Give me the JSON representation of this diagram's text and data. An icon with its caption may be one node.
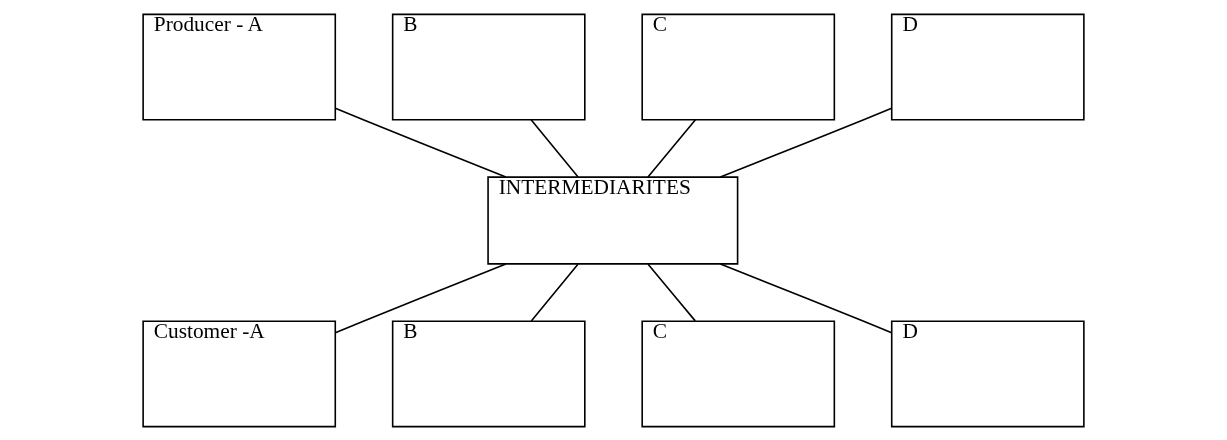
{
  "diagram": {
    "nodes": [
      {
        "text": [
          "Producer - A"
        ]
      },
      {
        "text": [
          "B"
        ]
      },
      {
        "text": [
          "C"
        ]
      },
      {
        "text": [
          "D"
        ]
      },
      {
        "text": [
          "INTERMEDIARITES"
        ]
      },
      {
        "text": [
          "Customer -A"
        ]
      },
      {
        "text": [
          "B"
        ]
      },
      {
        "text": [
          "C"
        ]
      },
      {
        "text": [
          "D"
        ]
      }
    ],
    "edges": [
      {
        "from": 0,
        "to": 4,
        "arrow": "none"
      },
      {
        "from": 1,
        "to": 4,
        "arrow": "none"
      },
      {
        "from": 2,
        "to": 4,
        "arrow": "none"
      },
      {
        "from": 3,
        "to": 4,
        "arrow": "none"
      },
      {
        "from": 4,
        "to": 5,
        "arrow": "none"
      },
      {
        "from": 4,
        "to": 6,
        "arrow": "none"
      },
      {
        "from": 4,
        "to": 7,
        "arrow": "none"
      },
      {
        "from": 4,
        "to": 8,
        "arrow": "none"
      }
    ]
  }
}
